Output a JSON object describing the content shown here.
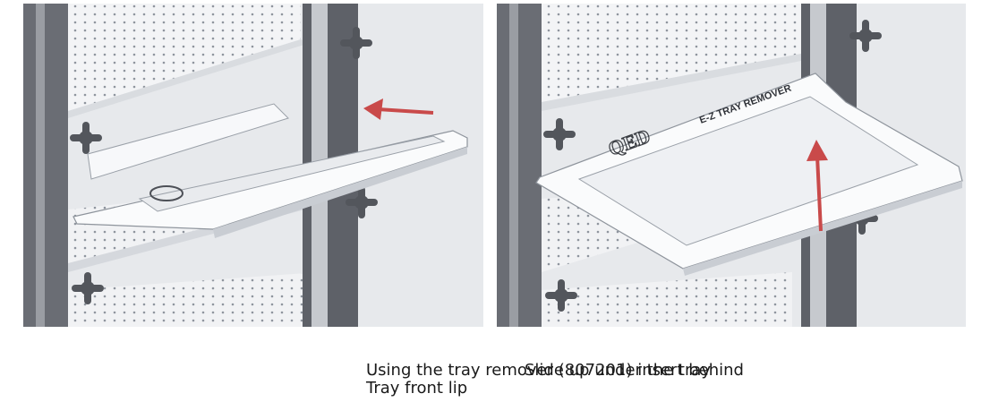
{
  "steps": [
    {
      "caption_line1": "Using the tray remover (807201) insert behind",
      "caption_line2": "Tray front lip"
    },
    {
      "caption": "Slide up under the tray",
      "tool_label": "E-Z TRAY REMOVER",
      "logo_text": "QED"
    }
  ],
  "colors": {
    "arrow": "#c94a4a",
    "rail": "#5e6168",
    "tray": "#f4f5f7"
  }
}
